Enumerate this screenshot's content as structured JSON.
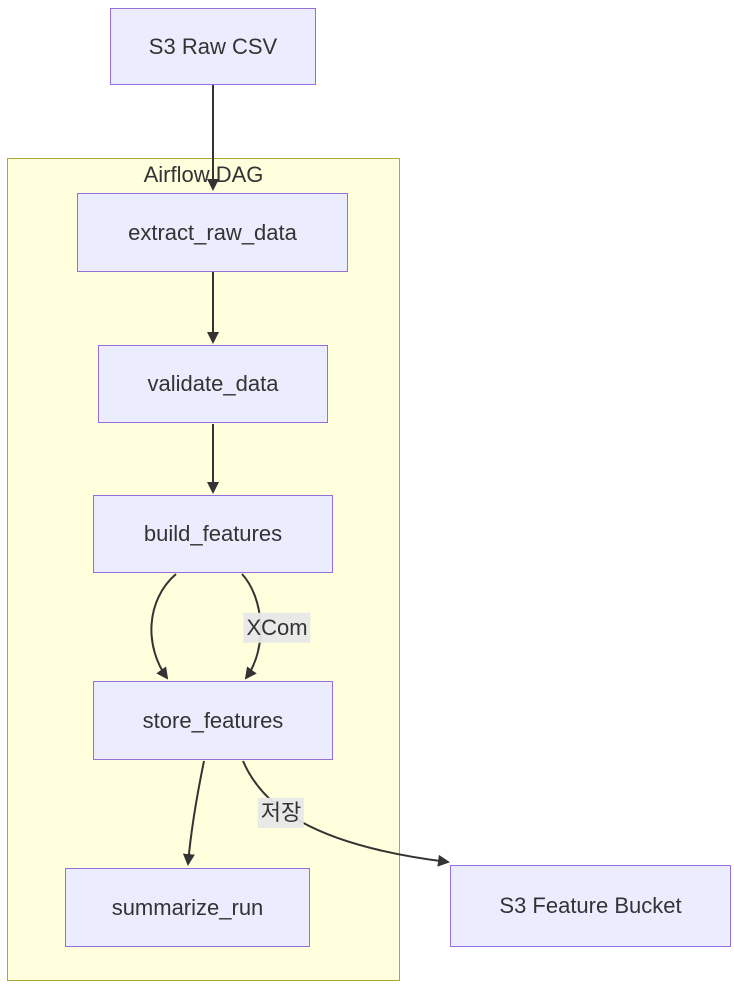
{
  "diagram": {
    "type": "flowchart",
    "direction": "top-to-bottom",
    "cluster": {
      "label": "Airflow DAG"
    },
    "nodes": {
      "s3_raw": {
        "label": "S3 Raw CSV"
      },
      "extract": {
        "label": "extract_raw_data"
      },
      "validate": {
        "label": "validate_data"
      },
      "build": {
        "label": "build_features"
      },
      "store": {
        "label": "store_features"
      },
      "summarize": {
        "label": "summarize_run"
      },
      "bucket": {
        "label": "S3 Feature Bucket"
      }
    },
    "edge_labels": {
      "xcom": "XCom",
      "save": "저장"
    },
    "edges": [
      {
        "from": "S3 Raw CSV",
        "to": "extract_raw_data",
        "label": ""
      },
      {
        "from": "extract_raw_data",
        "to": "validate_data",
        "label": ""
      },
      {
        "from": "validate_data",
        "to": "build_features",
        "label": ""
      },
      {
        "from": "build_features",
        "to": "store_features",
        "label": ""
      },
      {
        "from": "build_features",
        "to": "store_features",
        "label": "XCom"
      },
      {
        "from": "store_features",
        "to": "summarize_run",
        "label": ""
      },
      {
        "from": "store_features",
        "to": "S3 Feature Bucket",
        "label": "저장"
      }
    ],
    "colors": {
      "node_fill": "#ECECFF",
      "node_border": "#9370DB",
      "cluster_fill": "#FFFFDE",
      "cluster_border": "#AAAA33",
      "edge_stroke": "#333333",
      "edge_label_bg": "#E8E8E8",
      "text": "#333333",
      "background": "#FFFFFF"
    }
  }
}
